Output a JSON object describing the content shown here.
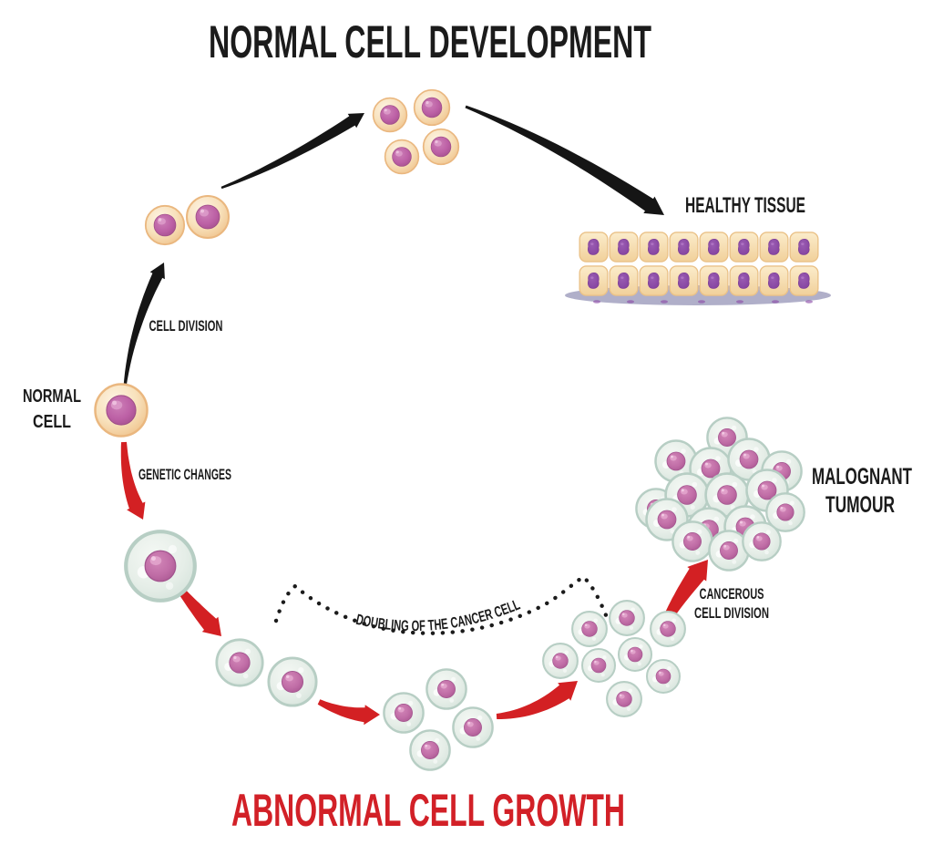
{
  "titles": {
    "top": "NORMAL CELL DEVELOPMENT",
    "bottom": "ABNORMAL CELL GROWTH"
  },
  "labels": {
    "normal_cell_line1": "NORMAL",
    "normal_cell_line2": "CELL",
    "cell_division": "CELL DIVISION",
    "genetic_changes": "GENETIC CHANGES",
    "healthy_tissue": "HEALTHY TISSUE",
    "doubling": "DOUBLING OF THE CANCER CELL",
    "cancerous_line1": "CANCEROUS",
    "cancerous_line2": "CELL DIVISION",
    "malignant_line1": "MALOGNANT",
    "malignant_line2": "TUMOUR"
  },
  "pathways": {
    "normal_stage_cell_counts": [
      1,
      2,
      4
    ],
    "normal_result_tissue_cell_count": 16,
    "abnormal_stage_cell_counts": [
      1,
      2,
      4,
      8
    ]
  },
  "colors": {
    "background": "#ffffff",
    "title_black": "#1b1b1b",
    "title_red": "#d22027",
    "arrow_black": "#151515",
    "arrow_red": "#d32023",
    "dotted_line": "#1b1b1b",
    "normal_cell_body": "#f7ddb2",
    "normal_cell_rim": "#eab77f",
    "normal_cell_nucleus": "#bd63a7",
    "cancer_cell_body": "#e7efe9",
    "cancer_cell_rim": "#b7cec4",
    "cancer_cell_nucleus": "#cb77ac",
    "tissue_cell_body": "#f8e5bb",
    "tissue_cell_rim": "#eac187",
    "tissue_nucleus": "#8e4ea9",
    "basement_membrane": "#b0afc9"
  }
}
